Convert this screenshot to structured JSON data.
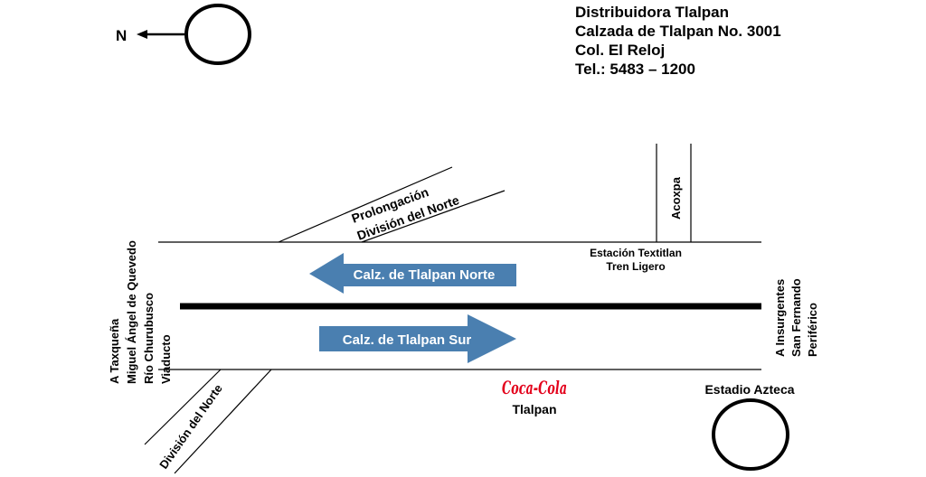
{
  "compass": {
    "north_label": "N"
  },
  "address": {
    "name": "Distribuidora Tlalpan",
    "street": "Calzada de Tlalpan No. 3001",
    "colony": "Col. El Reloj",
    "phone": "Tel.: 5483 – 1200"
  },
  "roads": {
    "prolongacion_line1": "Prolongación",
    "prolongacion_line2": "División del Norte",
    "acoxpa": "Acoxpa",
    "division_norte": "División del Norte",
    "north_arrow": "Calz. de Tlalpan Norte",
    "south_arrow": "Calz. de Tlalpan Sur"
  },
  "station": {
    "line1": "Estación Textitlan",
    "line2": "Tren Ligero"
  },
  "west_side": {
    "line1": "A Taxqueña",
    "line2": "Miguel Ángel de Quevedo",
    "line3": "Río Churubusco",
    "line4": "Viaducto"
  },
  "east_side": {
    "line1": "A Insurgentes",
    "line2": "San Fernando",
    "line3": "Periférico"
  },
  "landmarks": {
    "coca_cola_logo": "Coca-Cola",
    "location": "Tlalpan",
    "stadium": "Estadio Azteca"
  },
  "colors": {
    "arrow_fill": "#4a7fb0",
    "arrow_text": "#ffffff",
    "logo_red": "#e3001b",
    "line": "#000000"
  }
}
